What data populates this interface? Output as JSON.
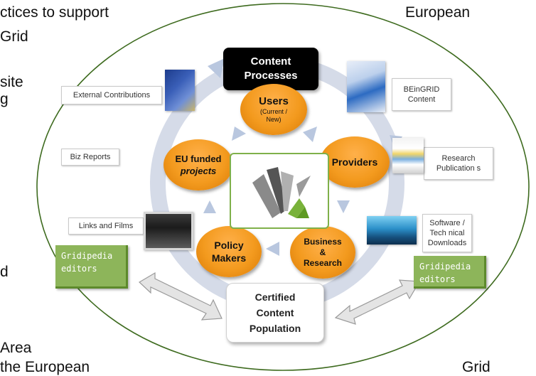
{
  "background_text": {
    "line1_left": "ctices to support",
    "line1_right": "European",
    "line2": "Grid",
    "line3": "site",
    "line4": "g",
    "line5": "d",
    "line6": "Area",
    "line7_left": "the European",
    "line7_right": "Grid"
  },
  "center": {
    "content_processes": [
      "Content",
      "Processes"
    ],
    "certified": [
      "Certified",
      "Content",
      "Population"
    ]
  },
  "nodes": {
    "users": {
      "title": "Users",
      "sub": [
        "(Current /",
        "New)"
      ]
    },
    "providers": {
      "title": "Providers"
    },
    "business": {
      "title": [
        "Business",
        "&",
        "Research"
      ]
    },
    "policy": {
      "title": [
        "Policy",
        "Makers"
      ]
    },
    "eu": {
      "title": [
        "EU funded",
        "projects"
      ]
    }
  },
  "labels": {
    "external": "External Contributions",
    "biz": "Biz Reports",
    "links": "Links and Films",
    "befingrid": [
      "BEinGRID",
      "Content"
    ],
    "research": [
      "Research",
      "Publication s"
    ],
    "software": [
      "Software /",
      "Tech nical",
      "Downloads"
    ]
  },
  "editors": {
    "left": [
      "Gridipedia",
      "editors"
    ],
    "right": [
      "Gridipedia",
      "editors"
    ]
  },
  "colors": {
    "node_orange": "#f39a1e",
    "editor_green": "#8db55a",
    "ring_blue": "#d5dbe8",
    "outline_green": "#3e6b1f"
  }
}
